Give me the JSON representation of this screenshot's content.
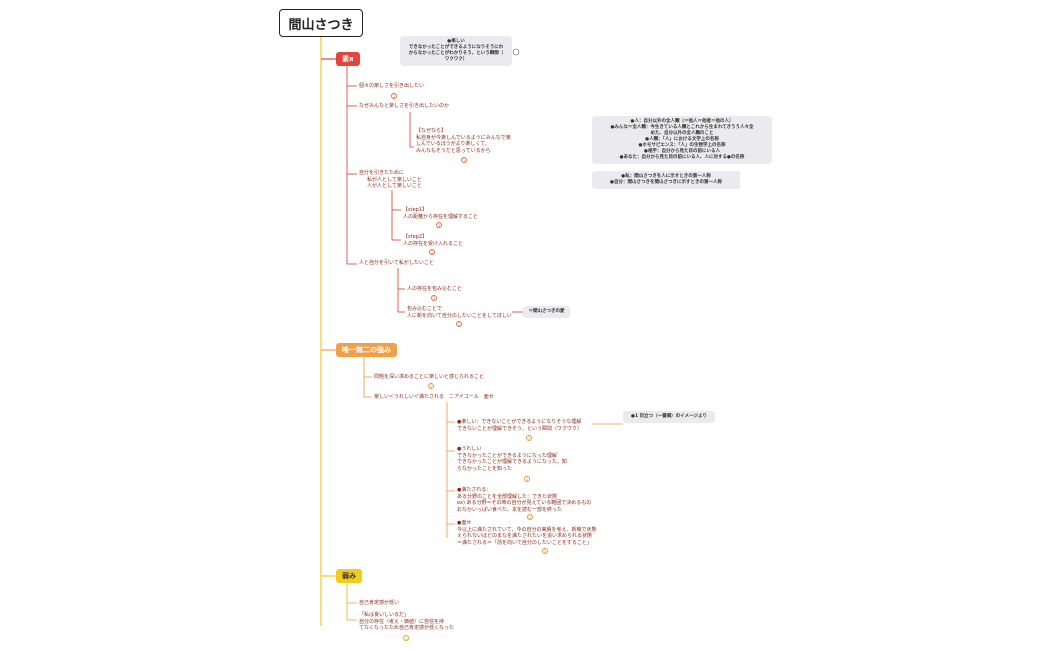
{
  "root": {
    "title": "間山さつき"
  },
  "sections": {
    "strength": {
      "label": "素я",
      "color": "#e2453a",
      "items": {
        "i1": "個々の楽しさを引き出したい",
        "i2": "なぜみんなと楽しさを引き出したいのか",
        "i2a": [
          "【なぜなら】",
          "私自身が今楽しんでいるようにみんなで楽",
          "しんでいるほうがより楽しくて、",
          "みんなもそうだと思っているから"
        ],
        "i3": [
          "自分を引きたために",
          "私が人として楽しいこと",
          "人が人として楽しいこと"
        ],
        "s1": [
          "【step1】",
          "人の距離から存在を理解すること"
        ],
        "s2": [
          "【step2】",
          "人の存在を受け入れること"
        ],
        "i4": "人と自分を引いて私がしたいこと",
        "i4a": "人の存在を包み込むこと",
        "i4b": [
          "包み込むことで",
          "人に新を向いて自分のしたいことをしてほしい"
        ]
      }
    },
    "unique": {
      "label": "唯一無二の強み",
      "color": "#f0a04a",
      "items": {
        "u1": "問題を深い求めることに楽しいと感じられること",
        "u2": "楽しい＜うれしい＜満たされる　ニアイコール　面せ",
        "u2a": [
          "●楽しい：できないことができるようになりそうな理解",
          "できないことが理解できそう、という瞬間（ワクワク）"
        ],
        "u2b": [
          "●うれしい",
          "できなかったことができるようになった理解",
          "できなかったことが理解できるようになった。知",
          "らなかったことを知った"
        ],
        "u2c": [
          "●満たされる：",
          "ある分野のことを全部理解した：できた状態",
          "ex) ある分野＝その時の自分が見えている範囲で決めるもの",
          "おなかいっぱい食べた、本を読む一部を終った"
        ],
        "u2d": [
          "●面せ",
          "今以上に満たされていて、今の自分の実績を考え、新機で状態",
          "えられないほどのまなを満たされたいを追い求められる状態",
          "＝満たされる＝「前を向いて自分のしたいことをすること」"
        ]
      }
    },
    "weakness": {
      "label": "弱み",
      "color": "#f2cc1c",
      "items": {
        "w1": "自己肯定感が低い",
        "w2": [
          "「私は良いしいるだ」",
          "自分の存在（考え・価値）に自信を持",
          "てなくなったため自己肯定感が低くなった"
        ]
      }
    }
  },
  "notes": {
    "n1": [
      "●楽しい",
      "できなかったことができるようになりそうにわ",
      "からなかったことがわかりそう、という瞬間（",
      "ワクワク）"
    ],
    "n2": [
      "●人：自分以外の全人類（＝他人＝他者＝他の人）",
      "●みんな＝全人類：今生きている人類とこれから生まれてきうう人々全",
      "めた、自分以外の全人類のこと",
      "●人類：「人」における文学上の名称",
      "●ホモサピエンス：「人」の生物学上の名称",
      "●相手：自分から見た目の前にいる人",
      "●あなた：自分から見た目の前にいる人、人に対する●の名称"
    ],
    "n3": [
      "●私：間山さつきを人に示すときの第一人称",
      "●自分：間山さつきを間山さつきに示すときの第一人称"
    ],
    "n4": "＝間山さつきの愛",
    "n5": "●1 目立つ（一番頭）のイメージより"
  },
  "badge": "1"
}
